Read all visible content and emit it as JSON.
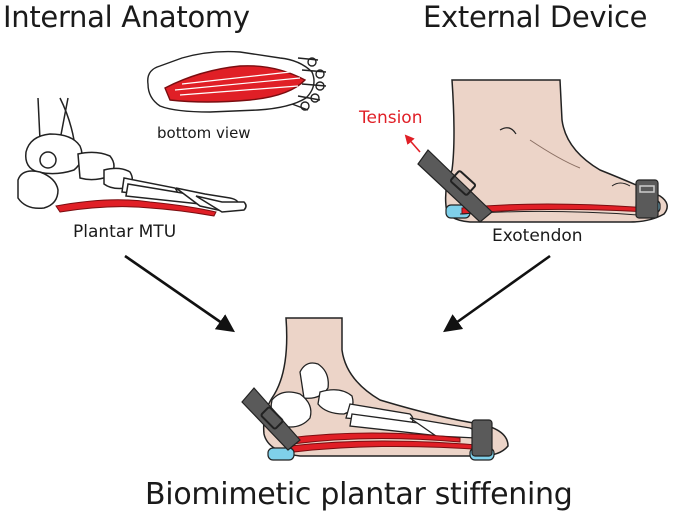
{
  "titles": {
    "internal": "Internal Anatomy",
    "external": "External Device"
  },
  "labels": {
    "bottom_view": "bottom view",
    "plantar_mtu": "Plantar MTU",
    "tension": "Tension",
    "exotendon": "Exotendon"
  },
  "caption": "Biomimetic plantar stiffening",
  "colors": {
    "muscle_red": "#e01f26",
    "skin": "#ecd4c8",
    "strap_gray": "#5a5a5a",
    "pad_blue": "#7fd0ea",
    "tension_red": "#e01f26"
  }
}
